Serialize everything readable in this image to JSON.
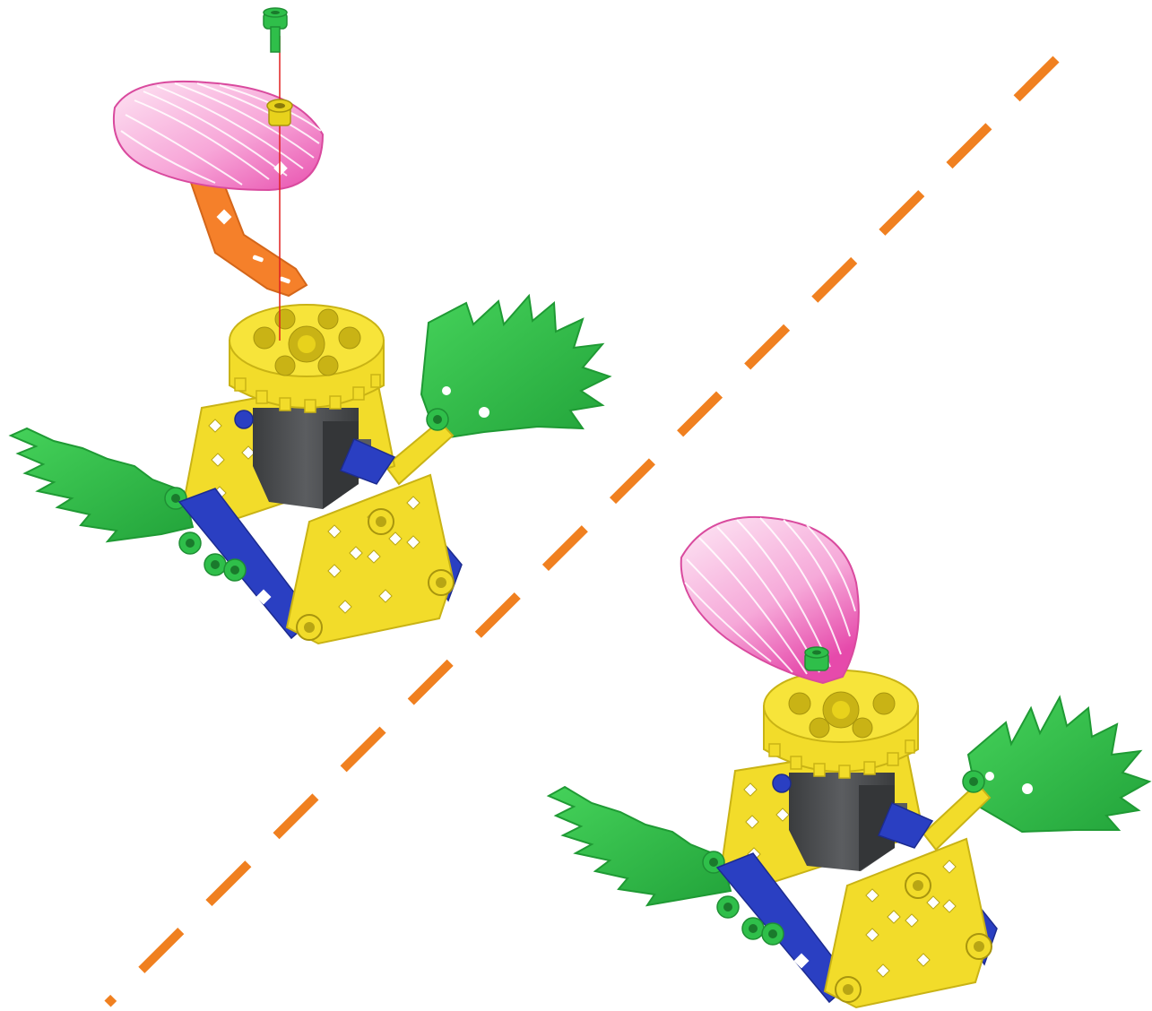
{
  "page": {
    "background": "#ffffff"
  },
  "colors": {
    "divider": "#f08020",
    "plate_yellow": "#f2dc2a",
    "plate_yellow_dark": "#c9b315",
    "leaf_green": "#33c24a",
    "leaf_green_dark": "#1f9a34",
    "petal_pink": "#f07cc4",
    "petal_pink_light": "#fbd3ec",
    "bracket_orange": "#f5802a",
    "strip_blue": "#2a3fc2",
    "motor_gray": "#4a4c4e",
    "assembly_guide_red": "#e02020",
    "screw_green": "#2fbf4a",
    "bushing_yellow": "#e8d21c"
  },
  "panels": [
    {
      "id": "step-exploded",
      "parts": [
        "green-screw",
        "yellow-bushing",
        "pink-petal",
        "orange-bracket",
        "yellow-gear-hub",
        "gray-motor",
        "yellow-side-plates",
        "blue-strips",
        "green-leaf-left",
        "green-leaf-right"
      ]
    },
    {
      "id": "step-assembled",
      "parts": [
        "pink-petal",
        "green-screw",
        "yellow-gear-hub",
        "gray-motor",
        "yellow-side-plates",
        "blue-strips",
        "green-leaf-left",
        "green-leaf-right"
      ]
    }
  ]
}
